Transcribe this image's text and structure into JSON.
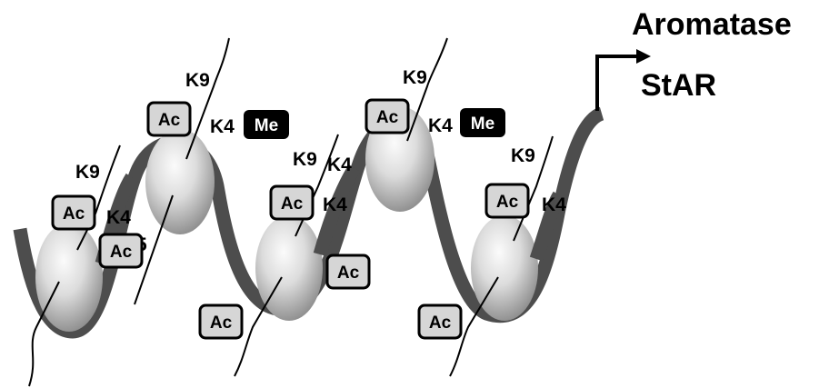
{
  "genes": {
    "line1": "Aromatase",
    "line2": "StAR"
  },
  "modifications": {
    "acetyl": "Ac",
    "methyl": "Me",
    "k9": "K9",
    "k4": "K4"
  },
  "colors": {
    "dna": "#4d4d4d",
    "nucleosome_light": "#f4f4f4",
    "nucleosome_dark": "#8a8a8a",
    "badge_fill": "#d6d6d6",
    "me_fill": "#000000"
  }
}
